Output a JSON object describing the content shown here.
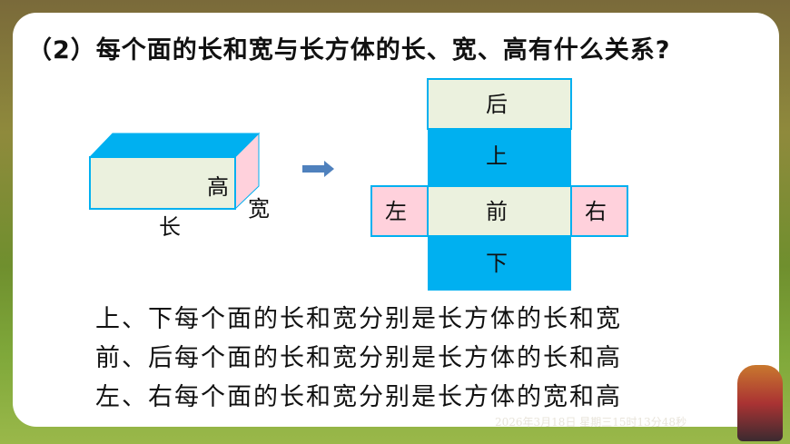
{
  "title": "（2）每个面的长和宽与长方体的长、宽、高有什么关系?",
  "box": {
    "height_label": "高",
    "width_label": "宽",
    "length_label": "长"
  },
  "net": {
    "back": "后",
    "top": "上",
    "front": "前",
    "bottom": "下",
    "left": "左",
    "right": "右"
  },
  "colors": {
    "blue": "#00b0f0",
    "light": "#ebf1de",
    "pink": "#ffd1dc",
    "arrow": "#4f81bd"
  },
  "lines": [
    "上、下每个面的长和宽分别是长方体的长和宽",
    "前、后每个面的长和宽分别是长方体的长和高",
    "左、右每个面的长和宽分别是长方体的宽和高"
  ],
  "timestamp": "2026年3月18日 星期三15时13分48秒"
}
